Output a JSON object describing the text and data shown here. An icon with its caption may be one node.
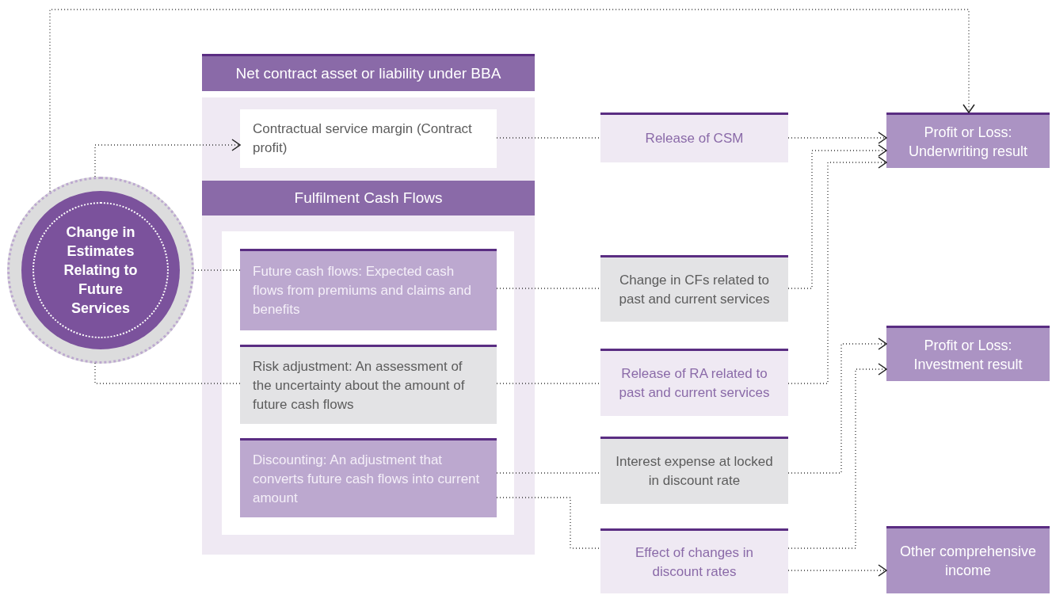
{
  "diagram": {
    "nodes": [
      {
        "text": [
          "Change in Estimates Relating to Future Services"
        ]
      },
      {
        "text": [
          "Net contract asset or liability under BBA"
        ]
      },
      {
        "text": [
          "Contractual service margin (Contract profit)"
        ],
        "in": 1
      },
      {
        "text": [
          "Fulfilment Cash Flows"
        ],
        "in": 1
      },
      {
        "text": [
          "Future cash flows: Expected cash flows from premiums and claims and benefits"
        ],
        "in": 3
      },
      {
        "text": [
          "Risk adjustment: An assessment of the uncertainty about the amount of future cash flows"
        ],
        "in": 3
      },
      {
        "text": [
          "Discounting: An adjustment that converts future cash flows into current amount"
        ],
        "in": 3
      },
      {
        "text": [
          "Release of CSM"
        ]
      },
      {
        "text": [
          "Change in CFs related to past and current services"
        ]
      },
      {
        "text": [
          "Release of RA related to past and current services"
        ]
      },
      {
        "text": [
          "Interest expense at locked in discount rate"
        ]
      },
      {
        "text": [
          "Effect of changes in discount rates"
        ]
      },
      {
        "text": [
          "Profit or Loss: Underwriting result"
        ]
      },
      {
        "text": [
          "Profit or Loss: Investment result"
        ]
      },
      {
        "text": [
          "Other comprehensive income"
        ]
      }
    ],
    "edges": [
      {
        "from": 0,
        "to": 12,
        "arrow": "to"
      },
      {
        "from": 0,
        "to": 2,
        "arrow": "to"
      },
      {
        "from": 4,
        "to": 0,
        "arrow": "none"
      },
      {
        "from": 5,
        "to": 0,
        "arrow": "none"
      },
      {
        "from": 2,
        "to": 7,
        "arrow": "none"
      },
      {
        "from": 4,
        "to": 8,
        "arrow": "none"
      },
      {
        "from": 5,
        "to": 9,
        "arrow": "none"
      },
      {
        "from": 6,
        "to": 10,
        "arrow": "none"
      },
      {
        "from": 6,
        "to": 11,
        "arrow": "none"
      },
      {
        "from": 7,
        "to": 12,
        "arrow": "to"
      },
      {
        "from": 8,
        "to": 12,
        "arrow": "to"
      },
      {
        "from": 9,
        "to": 12,
        "arrow": "to"
      },
      {
        "from": 10,
        "to": 13,
        "arrow": "to"
      },
      {
        "from": 11,
        "to": 13,
        "arrow": "to"
      },
      {
        "from": 11,
        "to": 14,
        "arrow": "to"
      }
    ]
  }
}
